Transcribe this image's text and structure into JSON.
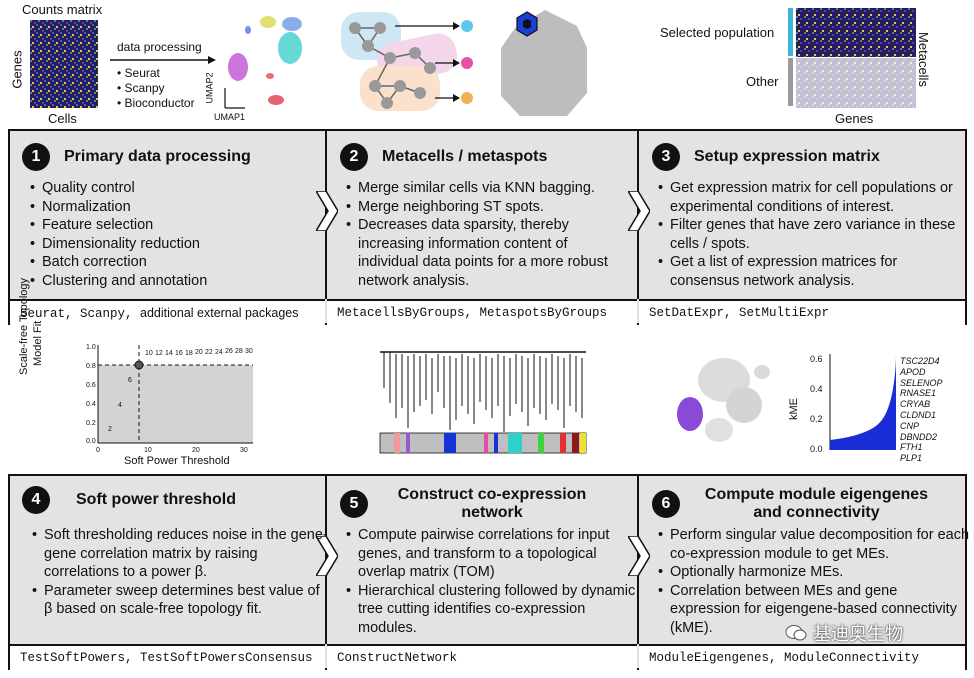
{
  "top": {
    "counts_matrix": "Counts matrix",
    "genes_axis": "Genes",
    "cells_axis": "Cells",
    "processing_label": "data processing",
    "tools": [
      "• Seurat",
      "• Scanpy",
      "• Bioconductor"
    ],
    "umap1": "UMAP1",
    "umap2": "UMAP2",
    "selected_population": "Selected population",
    "other": "Other",
    "metacells": "Metacells",
    "genes": "Genes"
  },
  "steps_top": [
    {
      "num": "1",
      "title": "Primary data processing",
      "bullets": [
        "Quality control",
        "Normalization",
        "Feature selection",
        "Dimensionality reduction",
        "Batch correction",
        "Clustering and annotation"
      ],
      "footer_code": "Seurat, Scanpy, ",
      "footer_text": "additional external packages"
    },
    {
      "num": "2",
      "title": "Metacells / metaspots",
      "bullets": [
        "Merge similar cells via KNN bagging.",
        "Merge neighboring ST spots.",
        "Decreases data sparsity, thereby increasing information content of individual data points for a more robust network analysis."
      ],
      "footer_code": "MetacellsByGroups, MetaspotsByGroups"
    },
    {
      "num": "3",
      "title": "Setup expression matrix",
      "bullets": [
        "Get expression matrix for cell populations or experimental conditions of interest.",
        "Filter genes that have zero variance in these cells / spots.",
        "Get a list of expression matrices for consensus network analysis."
      ],
      "footer_code": "SetDatExpr, SetMultiExpr"
    }
  ],
  "middle": {
    "sft_ylabel_1": "Scale-free Topology",
    "sft_ylabel_2": "Model Fit",
    "sft_xlabel": "Soft Power Threshold",
    "sft_yticks": [
      "1.0",
      "0.8",
      "0.6",
      "0.4",
      "0.2",
      "0.0"
    ],
    "sft_xticks": [
      "0",
      "10",
      "20",
      "30"
    ],
    "sft_point_labels": [
      "10",
      "12",
      "14",
      "16",
      "18",
      "20",
      "22",
      "24",
      "26",
      "28",
      "30"
    ],
    "sft_low_labels": [
      "6",
      "4",
      "2"
    ],
    "kme_label": "kME",
    "kme_ticks": [
      "0.6",
      "0.4",
      "0.2",
      "0.0"
    ],
    "genes": [
      "TSC22D4",
      "APOD",
      "SELENOP",
      "RNASE1",
      "CRYAB",
      "CLDND1",
      "CNP",
      "DBNDD2",
      "FTH1",
      "PLP1"
    ]
  },
  "steps_bottom": [
    {
      "num": "4",
      "title": "Soft power threshold",
      "bullets": [
        "Soft thresholding reduces noise in the gene-gene correlation matrix by raising correlations to a power β.",
        "Parameter sweep determines best value of β based on scale-free topology fit."
      ],
      "footer_code": "TestSoftPowers, TestSoftPowersConsensus"
    },
    {
      "num": "5",
      "title": "Construct co-expression network",
      "bullets": [
        "Compute pairwise correlations for input genes, and transform to a topological overlap matrix (TOM)",
        "Hierarchical clustering followed by dynamic tree cutting identifies co-expression modules."
      ],
      "footer_code": "ConstructNetwork"
    },
    {
      "num": "6",
      "title": "Compute module eigengenes and connectivity",
      "bullets": [
        "Perform singular value decomposition for each co-expression module to get MEs.",
        "Optionally harmonize MEs.",
        "Correlation between MEs and gene expression for eigengene-based connectivity (kME)."
      ],
      "footer_code": "ModuleEigengenes, ModuleConnectivity"
    }
  ],
  "watermark": "基迪奥生物",
  "colors": {
    "panel_bg": "#e3e3e3",
    "purple": "#8a4ad8",
    "blue": "#1a2dd6",
    "teal": "#39c6d6"
  }
}
